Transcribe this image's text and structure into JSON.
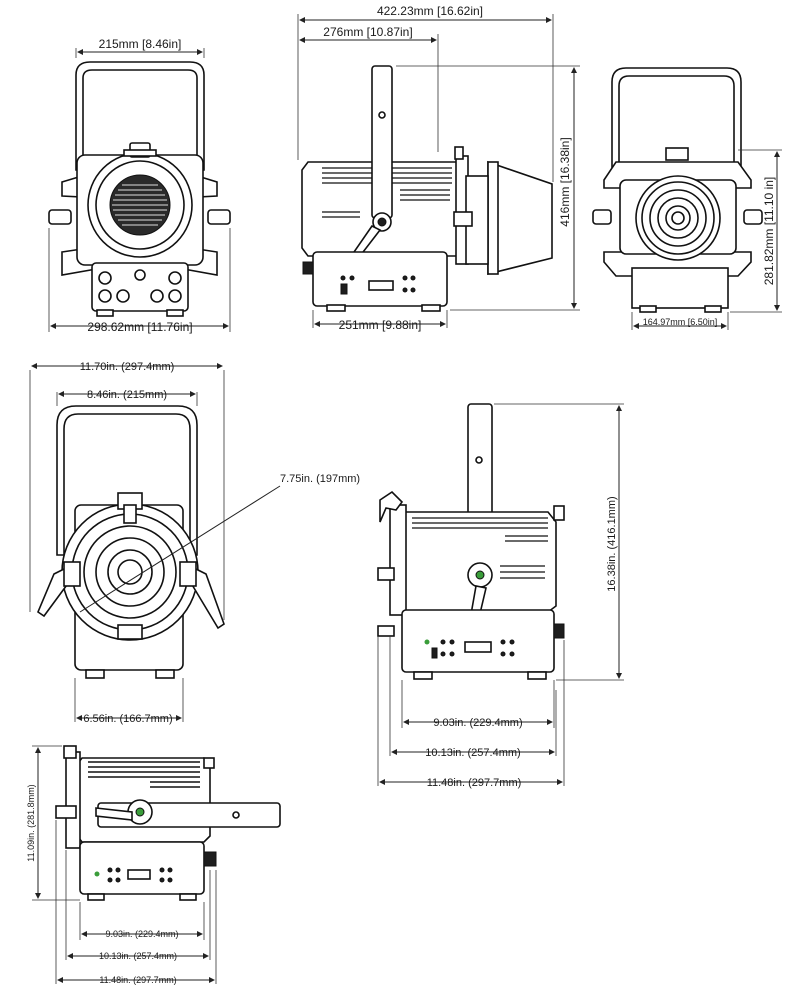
{
  "views": {
    "metric_front": {
      "width_top": "215mm [8.46in]",
      "width_bottom": "298.62mm [11.76in]"
    },
    "metric_side": {
      "total_length": "422.23mm [16.62in]",
      "yoke_length": "276mm [10.87in]",
      "height": "416mm [16.38in]",
      "base_length": "251mm [9.88in]"
    },
    "metric_rear": {
      "height": "281.82mm [11.10 in]",
      "base_width": "164.97mm [6.50in]"
    },
    "imperial_front": {
      "overall_width": "11.70in. (297.4mm)",
      "yoke_width": "8.46in. (215mm)",
      "lens_diameter": "7.75in. (197mm)",
      "base_width": "6.56in. (166.7mm)"
    },
    "imperial_side": {
      "height": "16.38in. (416.1mm)",
      "base_length": "9.03in. (229.4mm)",
      "body_length": "10.13in. (257.4mm)",
      "overall_length": "11.48in. (297.7mm)"
    },
    "imperial_top": {
      "height": "11.09in. (281.8mm)",
      "base_length": "9.03in. (229.4mm)",
      "body_length": "10.13in. (257.4mm)",
      "overall_length": "11.48in. (297.7mm)"
    }
  },
  "colors": {
    "line": "#222222",
    "led_green": "#3a9d3a",
    "fill_dark": "#1e1e1e"
  }
}
